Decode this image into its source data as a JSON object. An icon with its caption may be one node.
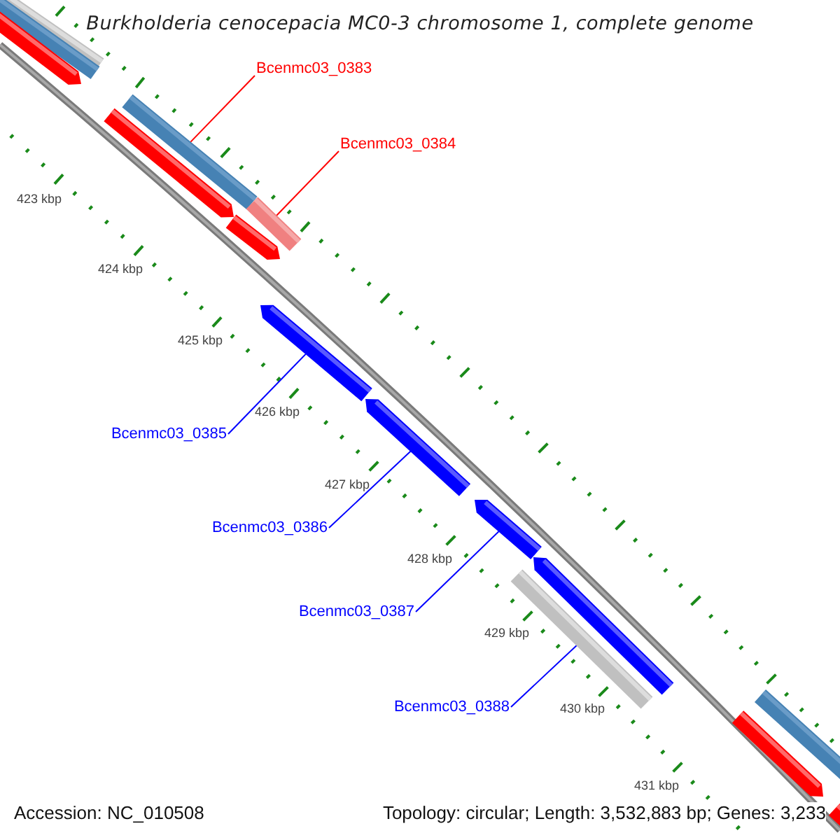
{
  "diagram": {
    "title": "Burkholderia cenocepacia MC0-3 chromosome 1, complete genome",
    "nodes": [
      {
        "text": [
          "Bcenmc03_0383"
        ]
      },
      {
        "text": [],
        "shape": "bar"
      },
      {
        "text": [
          "Bcenmc03_0384"
        ]
      },
      {
        "text": [],
        "shape": "bar"
      },
      {
        "text": [
          "Bcenmc03_0385"
        ]
      },
      {
        "text": [],
        "shape": "arrow"
      },
      {
        "text": [
          "Bcenmc03_0386"
        ]
      },
      {
        "text": [],
        "shape": "arrow"
      },
      {
        "text": [
          "Bcenmc03_0387"
        ]
      },
      {
        "text": [],
        "shape": "arrow"
      },
      {
        "text": [
          "Bcenmc03_0388"
        ]
      },
      {
        "text": [],
        "shape": "bar"
      }
    ],
    "edges": [
      {
        "from": 0,
        "to": 1,
        "arrow": "none",
        "color": "#ff0000"
      },
      {
        "from": 2,
        "to": 3,
        "arrow": "none",
        "color": "#ff0000"
      },
      {
        "from": 4,
        "to": 5,
        "arrow": "none"
      },
      {
        "from": 6,
        "to": 7,
        "arrow": "none"
      },
      {
        "from": 8,
        "to": 9,
        "arrow": "none"
      },
      {
        "from": 10,
        "to": 11,
        "arrow": "none"
      }
    ],
    "labels": [
      "423 kbp",
      "424 kbp",
      "425 kbp",
      "426 kbp",
      "427 kbp",
      "428 kbp",
      "429 kbp",
      "430 kbp",
      "431 kbp",
      "Accession: NC_010508",
      "Topology: circular; Length: 3,532,883 bp; Genes: 3,233"
    ]
  }
}
